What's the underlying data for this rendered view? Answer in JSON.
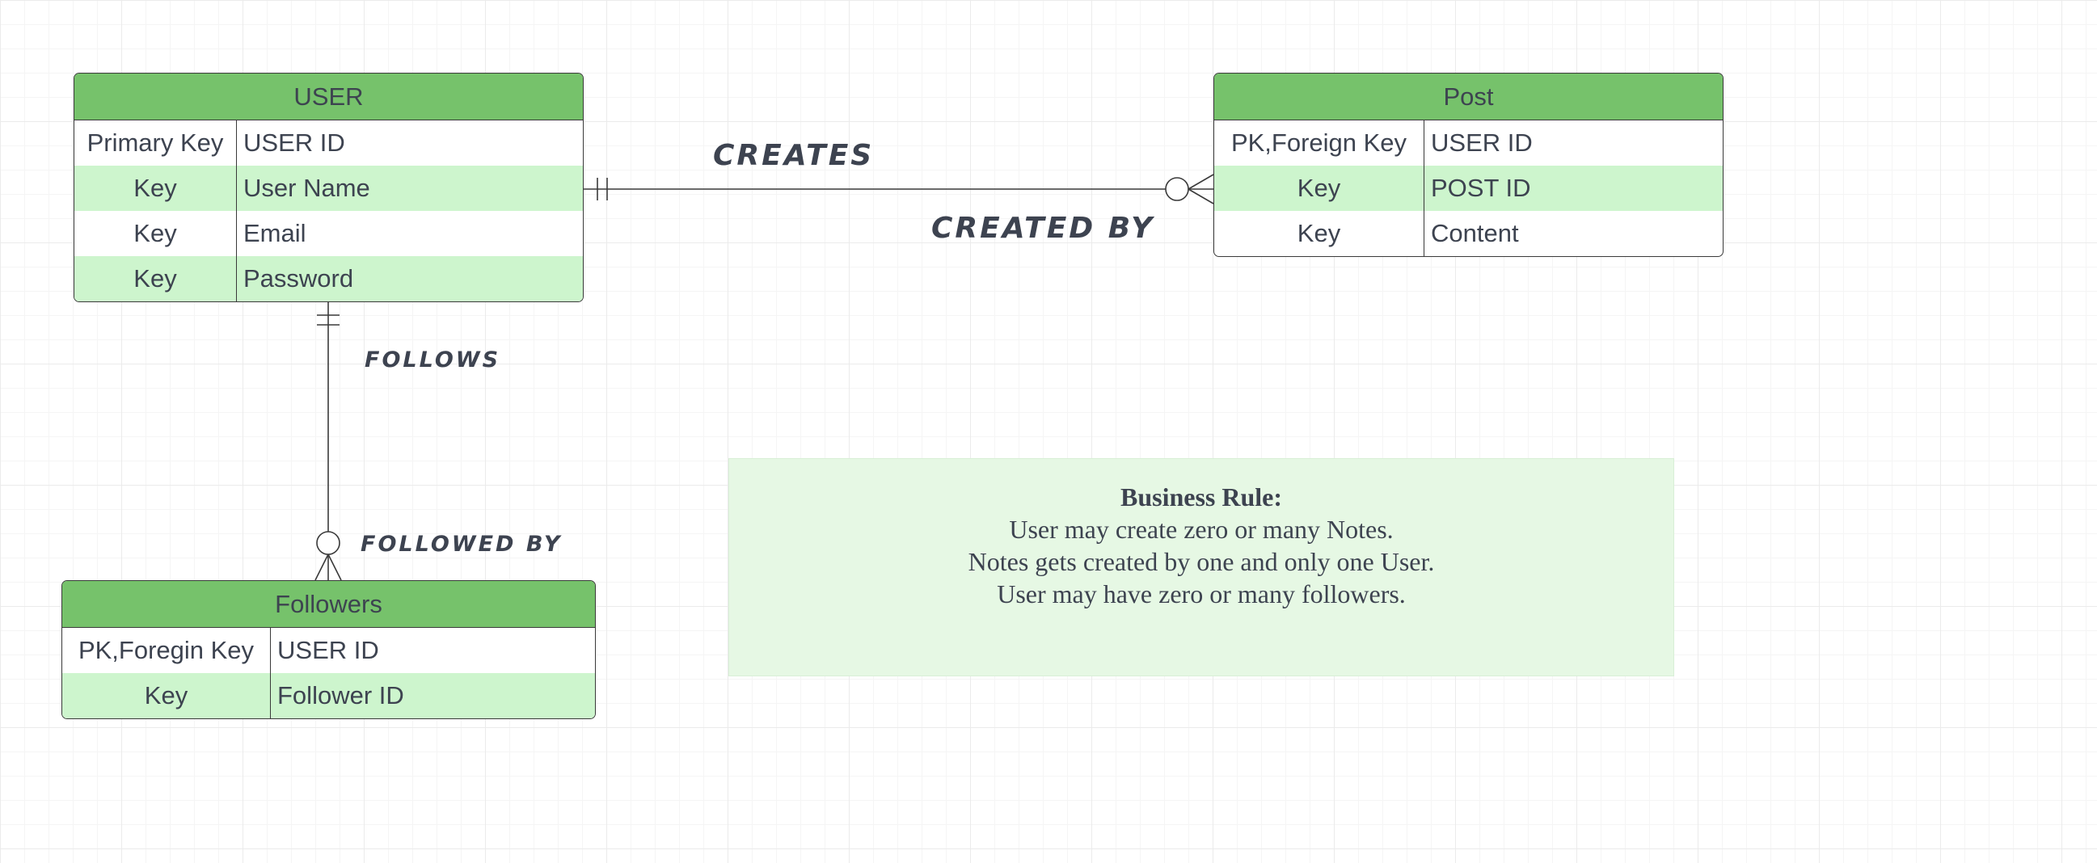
{
  "entities": {
    "user": {
      "title": "USER",
      "rows": [
        {
          "key": "Primary Key",
          "name": "USER ID"
        },
        {
          "key": "Key",
          "name": "User Name"
        },
        {
          "key": "Key",
          "name": "Email"
        },
        {
          "key": "Key",
          "name": "Password"
        }
      ]
    },
    "post": {
      "title": "Post",
      "rows": [
        {
          "key": "PK,Foreign Key",
          "name": "USER ID"
        },
        {
          "key": "Key",
          "name": "POST ID"
        },
        {
          "key": "Key",
          "name": "Content"
        }
      ]
    },
    "followers": {
      "title": "Followers",
      "rows": [
        {
          "key": "PK,Foregin Key",
          "name": "USER ID"
        },
        {
          "key": "Key",
          "name": "Follower ID"
        }
      ]
    }
  },
  "relationships": {
    "creates": "CREATES",
    "created_by": "CREATED BY",
    "follows": "FOLLOWS",
    "followed_by": "FOLLOWED BY"
  },
  "business_rule": {
    "title": "Business Rule:",
    "lines": [
      "User may create zero or many Notes.",
      "Notes gets created by one and only one User.",
      "User may have zero or many followers."
    ]
  },
  "colors": {
    "header": "#76c26b",
    "row_alt": "#cdf5cd",
    "rule_bg": "#e6f8e4",
    "line": "#3a3a3a",
    "text": "#3d4350"
  }
}
